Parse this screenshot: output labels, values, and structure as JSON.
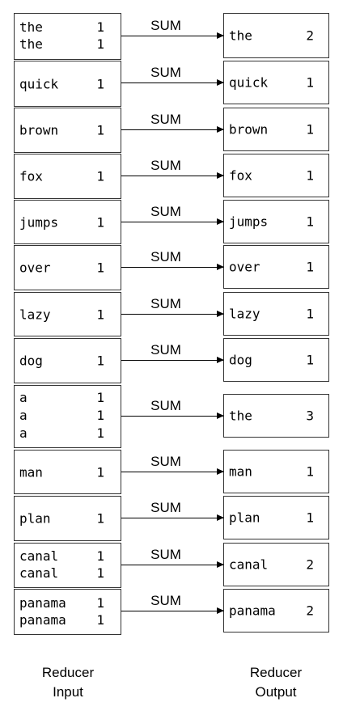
{
  "arrow_label": "SUM",
  "captions": {
    "input_line1": "Reducer",
    "input_line2": "Input",
    "output_line1": "Reducer",
    "output_line2": "Output"
  },
  "rows": [
    {
      "inputs": [
        [
          "the",
          "1"
        ],
        [
          "the",
          "1"
        ]
      ],
      "output": [
        "the",
        "2"
      ]
    },
    {
      "inputs": [
        [
          "quick",
          "1"
        ]
      ],
      "output": [
        "quick",
        "1"
      ]
    },
    {
      "inputs": [
        [
          "brown",
          "1"
        ]
      ],
      "output": [
        "brown",
        "1"
      ]
    },
    {
      "inputs": [
        [
          "fox",
          "1"
        ]
      ],
      "output": [
        "fox",
        "1"
      ]
    },
    {
      "inputs": [
        [
          "jumps",
          "1"
        ]
      ],
      "output": [
        "jumps",
        "1"
      ]
    },
    {
      "inputs": [
        [
          "over",
          "1"
        ]
      ],
      "output": [
        "over",
        "1"
      ]
    },
    {
      "inputs": [
        [
          "lazy",
          "1"
        ]
      ],
      "output": [
        "lazy",
        "1"
      ]
    },
    {
      "inputs": [
        [
          "dog",
          "1"
        ]
      ],
      "output": [
        "dog",
        "1"
      ]
    },
    {
      "inputs": [
        [
          "a",
          "1"
        ],
        [
          "a",
          "1"
        ],
        [
          "a",
          "1"
        ]
      ],
      "output": [
        "the",
        "3"
      ]
    },
    {
      "inputs": [
        [
          "man",
          "1"
        ]
      ],
      "output": [
        "man",
        "1"
      ]
    },
    {
      "inputs": [
        [
          "plan",
          "1"
        ]
      ],
      "output": [
        "plan",
        "1"
      ]
    },
    {
      "inputs": [
        [
          "canal",
          "1"
        ],
        [
          "canal",
          "1"
        ]
      ],
      "output": [
        "canal",
        "2"
      ]
    },
    {
      "inputs": [
        [
          "panama",
          "1"
        ],
        [
          "panama",
          "1"
        ]
      ],
      "output": [
        "panama",
        "2"
      ]
    }
  ]
}
